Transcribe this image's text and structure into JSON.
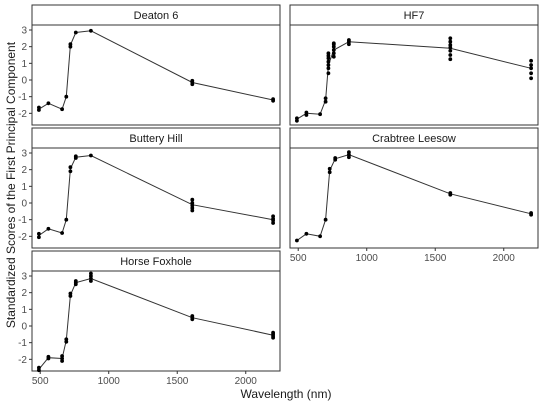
{
  "chart_data": {
    "type": "line",
    "facet_layout": "3 rows x 2 columns",
    "ylabel": "Standardized Scores of the First Principal Component",
    "xlabel": "Wavelength (nm)",
    "xlim": [
      440,
      2250
    ],
    "ylim": [
      -2.7,
      3.3
    ],
    "x_ticks": [
      500,
      1000,
      1500,
      2000
    ],
    "y_ticks": [
      -2,
      -1,
      0,
      1,
      2,
      3
    ],
    "grid": false,
    "facets": [
      {
        "title": "Deaton 6",
        "line": {
          "x": [
            490,
            560,
            660,
            690,
            720,
            760,
            870,
            1610,
            2200
          ],
          "y": [
            -1.75,
            -1.4,
            -1.75,
            -1.0,
            2.1,
            2.85,
            2.95,
            -0.15,
            -1.2
          ]
        },
        "points": {
          "x": [
            490,
            490,
            560,
            660,
            690,
            720,
            720,
            760,
            870,
            1610,
            1610,
            1610,
            2200,
            2200
          ],
          "y": [
            -1.65,
            -1.8,
            -1.4,
            -1.75,
            -1.0,
            2.0,
            2.15,
            2.85,
            2.95,
            -0.05,
            -0.15,
            -0.25,
            -1.15,
            -1.25
          ]
        }
      },
      {
        "title": "HF7",
        "line": {
          "x": [
            490,
            560,
            660,
            700,
            720,
            760,
            870,
            1610,
            2200
          ],
          "y": [
            -2.35,
            -2.0,
            -2.05,
            -1.2,
            0.9,
            1.8,
            2.3,
            1.9,
            0.7
          ]
        },
        "points": {
          "x": [
            490,
            490,
            560,
            560,
            660,
            700,
            700,
            720,
            720,
            720,
            720,
            720,
            720,
            720,
            760,
            760,
            760,
            760,
            760,
            760,
            870,
            870,
            870,
            1610,
            1610,
            1610,
            1610,
            1610,
            1610,
            1610,
            2200,
            2200,
            2200,
            2200,
            2200
          ],
          "y": [
            -2.3,
            -2.45,
            -1.95,
            -2.1,
            -2.05,
            -1.1,
            -1.3,
            0.4,
            0.7,
            0.9,
            1.1,
            1.3,
            1.45,
            1.6,
            1.4,
            1.6,
            1.8,
            2.0,
            2.15,
            2.2,
            2.15,
            2.3,
            2.4,
            1.25,
            1.5,
            1.75,
            1.95,
            2.1,
            2.3,
            2.5,
            0.1,
            0.4,
            0.7,
            0.9,
            1.15
          ]
        }
      },
      {
        "title": "Buttery Hill",
        "line": {
          "x": [
            490,
            560,
            660,
            690,
            720,
            760,
            870,
            1610,
            2200
          ],
          "y": [
            -1.95,
            -1.55,
            -1.8,
            -1.0,
            2.05,
            2.75,
            2.85,
            -0.1,
            -1.0
          ]
        },
        "points": {
          "x": [
            490,
            490,
            560,
            660,
            690,
            720,
            720,
            760,
            760,
            870,
            1610,
            1610,
            1610,
            1610,
            1610,
            2200,
            2200,
            2200,
            2200
          ],
          "y": [
            -1.85,
            -2.05,
            -1.55,
            -1.8,
            -1.0,
            1.9,
            2.15,
            2.7,
            2.8,
            2.85,
            0.2,
            0.0,
            -0.15,
            -0.3,
            -0.45,
            -0.8,
            -0.95,
            -1.05,
            -1.2
          ]
        }
      },
      {
        "title": "Crabtree Leesow",
        "line": {
          "x": [
            490,
            560,
            660,
            700,
            730,
            770,
            870,
            1610,
            2200
          ],
          "y": [
            -2.25,
            -1.85,
            -2.0,
            -1.0,
            1.95,
            2.65,
            2.9,
            0.55,
            -0.65
          ]
        },
        "points": {
          "x": [
            490,
            560,
            660,
            700,
            730,
            730,
            770,
            770,
            870,
            870,
            870,
            1610,
            1610,
            2200,
            2200
          ],
          "y": [
            -2.25,
            -1.85,
            -2.0,
            -1.0,
            1.85,
            2.05,
            2.6,
            2.7,
            2.75,
            2.9,
            3.05,
            0.5,
            0.6,
            -0.6,
            -0.7
          ]
        }
      },
      {
        "title": "Horse Foxhole",
        "line": {
          "x": [
            490,
            560,
            660,
            690,
            720,
            760,
            870,
            1610,
            2200
          ],
          "y": [
            -2.6,
            -1.9,
            -1.95,
            -0.85,
            1.85,
            2.6,
            2.85,
            0.5,
            -0.55
          ]
        },
        "points": {
          "x": [
            490,
            490,
            560,
            560,
            660,
            660,
            660,
            690,
            690,
            720,
            720,
            760,
            760,
            760,
            870,
            870,
            870,
            870,
            1610,
            1610,
            1610,
            2200,
            2200,
            2200,
            2200
          ],
          "y": [
            -2.5,
            -2.65,
            -1.85,
            -1.95,
            -1.8,
            -1.95,
            -2.1,
            -0.8,
            -0.95,
            1.8,
            1.95,
            2.5,
            2.6,
            2.7,
            2.7,
            2.85,
            3.0,
            3.15,
            0.4,
            0.5,
            0.6,
            -0.4,
            -0.5,
            -0.6,
            -0.7
          ]
        }
      }
    ]
  }
}
